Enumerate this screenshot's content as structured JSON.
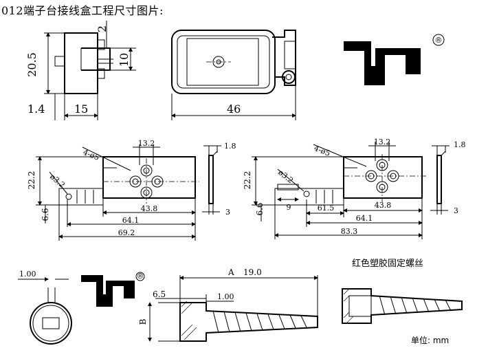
{
  "title": "012端子台接线盒工程尺寸图片:",
  "side_view": {
    "dim_total": "20.5",
    "dim_top": "2",
    "dim_inner": "10",
    "dim_left": "1.4",
    "dim_width": "15"
  },
  "top_view": {
    "dim_width": "46"
  },
  "logo_mark": "®",
  "left_plate": {
    "hole_pitch": "13.2",
    "holes": "4-ø5",
    "dim_height": "22.2",
    "pin_dia": "ø3.2",
    "dim_66": "6.6",
    "dim_438": "43.8",
    "dim_641": "64.1",
    "dim_692": "69.2",
    "side_thk_top": "1.8",
    "side_thk_bottom": "3"
  },
  "right_plate": {
    "hole_pitch": "13.2",
    "holes": "4-ø5",
    "dim_height": "22.2",
    "pin_dia": "ø3.2",
    "dim_66": "6.6",
    "dim_9": "9",
    "dim_615": "61.5",
    "dim_438": "43.8",
    "dim_641": "64.1",
    "dim_833": "83.3",
    "side_thk_top": "1.8",
    "side_thk_bottom": "3"
  },
  "screw_head": {
    "dim_gap": "1.00"
  },
  "screw": {
    "dim_A": "A",
    "dim_length": "19.0",
    "dim_head": "6.5",
    "dim_gap": "1.00",
    "dim_B": "B"
  },
  "screw_title": "红色塑胶固定螺丝",
  "unit": "单位: mm"
}
